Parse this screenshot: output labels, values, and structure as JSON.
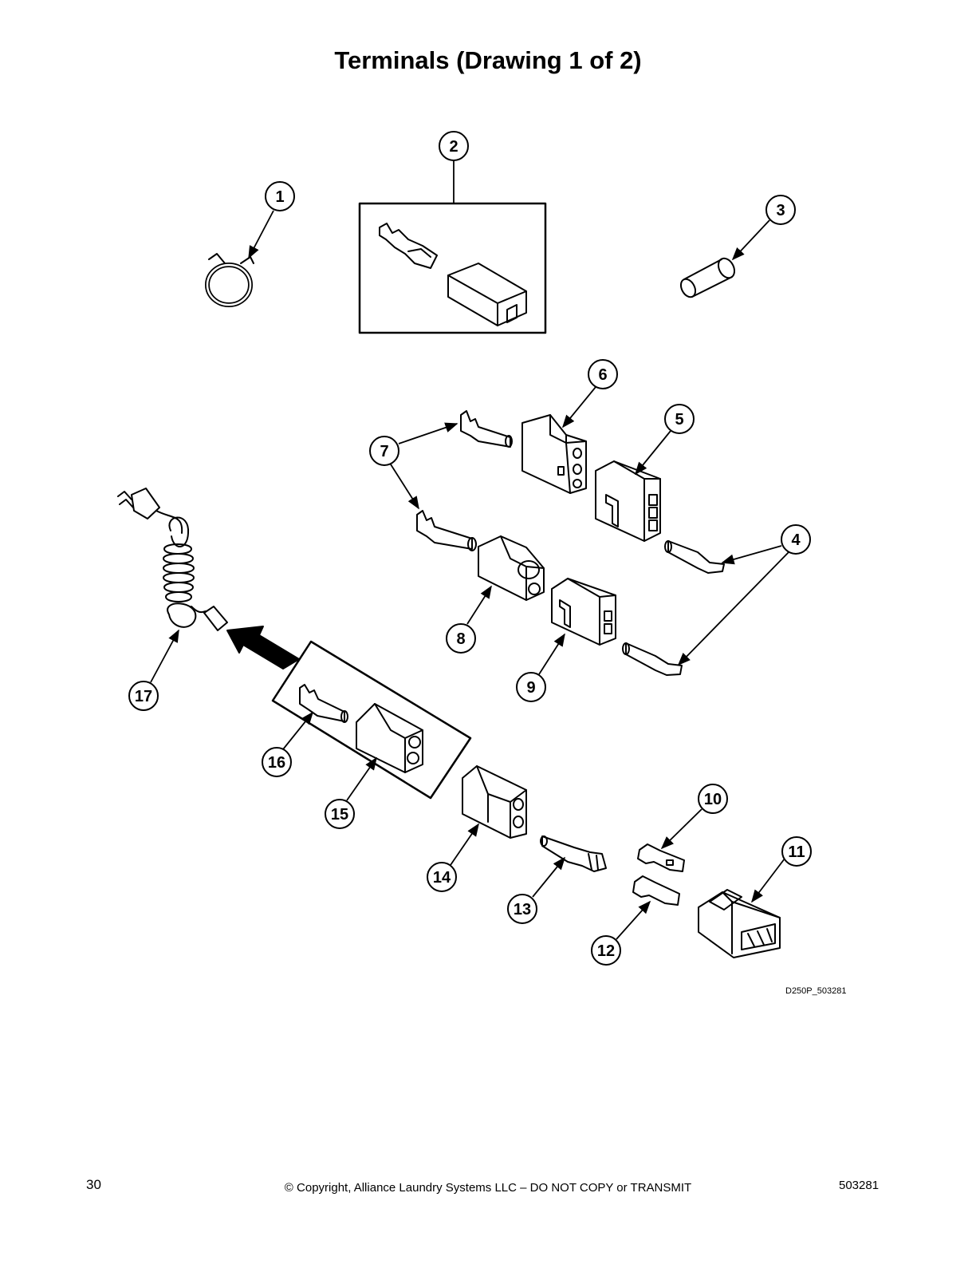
{
  "page": {
    "title": "Terminals (Drawing 1 of 2)",
    "drawing_ref": "D250P_503281",
    "page_number": "30",
    "copyright": "© Copyright, Alliance Laundry Systems LLC – DO NOT COPY or TRANSMIT",
    "doc_number": "503281"
  },
  "callouts": [
    "1",
    "2",
    "3",
    "4",
    "5",
    "6",
    "7",
    "8",
    "9",
    "10",
    "11",
    "12",
    "13",
    "14",
    "15",
    "16",
    "17"
  ]
}
